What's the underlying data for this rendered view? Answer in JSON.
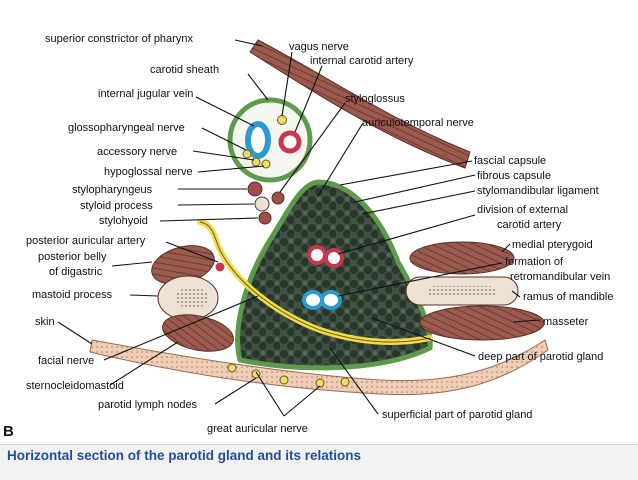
{
  "panel_letter": "B",
  "caption": "Horizontal section of the parotid gland and its relations",
  "labels": {
    "superior_constrictor": "superior constrictor of pharynx",
    "vagus_nerve": "vagus nerve",
    "internal_carotid_artery": "internal carotid artery",
    "carotid_sheath": "carotid sheath",
    "internal_jugular_vein": "internal jugular vein",
    "styloglossus": "styloglossus",
    "glossopharyngeal_nerve": "glossopharyngeal nerve",
    "auriculotemporal_nerve": "auriculotemporal nerve",
    "accessory_nerve": "accessory nerve",
    "hypoglossal_nerve": "hypoglossal nerve",
    "fascial_capsule": "fascial capsule",
    "fibrous_capsule": "fibrous capsule",
    "stylopharyngeus": "stylopharyngeus",
    "stylomandibular_ligament": "stylomandibular ligament",
    "styloid_process": "styloid process",
    "division_external_carotid_1": "division of external",
    "division_external_carotid_2": "carotid artery",
    "stylohyoid": "stylohyoid",
    "posterior_auricular_artery": "posterior auricular artery",
    "medial_pterygoid": "medial pterygoid",
    "posterior_belly_1": "posterior belly",
    "posterior_belly_2": "of digastric",
    "formation_retromandibular_1": "formation of",
    "formation_retromandibular_2": "retromandibular vein",
    "mastoid_process": "mastoid process",
    "ramus_of_mandible": "ramus of mandible",
    "masseter": "masseter",
    "skin": "skin",
    "facial_nerve": "facial nerve",
    "deep_part_parotid": "deep part of parotid gland",
    "sternocleidomastoid": "sternocleidomastoid",
    "parotid_lymph_nodes": "parotid lymph nodes",
    "superficial_part_parotid": "superficial part of parotid gland",
    "great_auricular_nerve": "great auricular nerve"
  }
}
